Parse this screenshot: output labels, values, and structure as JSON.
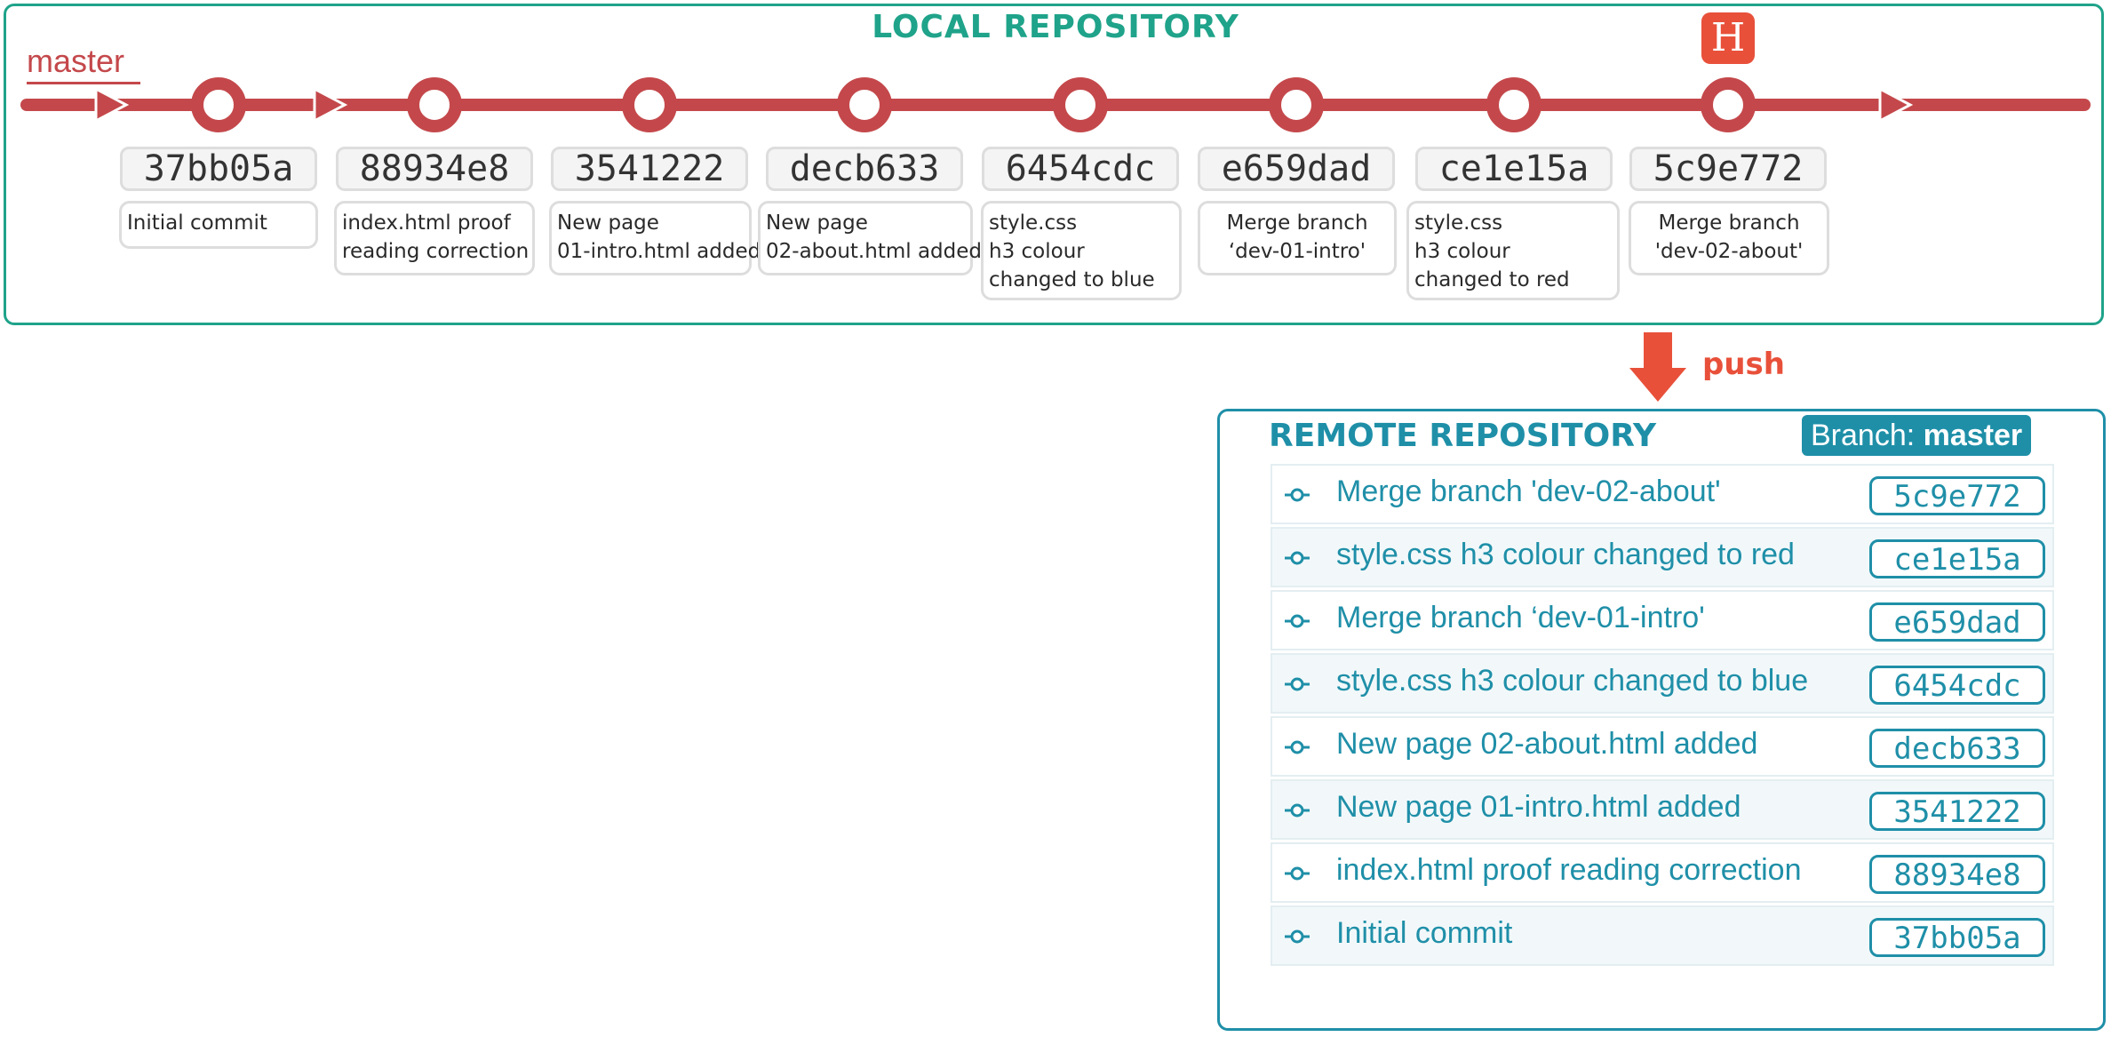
{
  "local": {
    "title": "LOCAL REPOSITORY",
    "branch_label": "master",
    "head_label": "H",
    "commits": [
      {
        "hash": "37bb05a",
        "message": [
          "Initial commit"
        ]
      },
      {
        "hash": "88934e8",
        "message": [
          "index.html proof",
          "reading correction"
        ]
      },
      {
        "hash": "3541222",
        "message": [
          "New page",
          "01-intro.html added"
        ]
      },
      {
        "hash": "decb633",
        "message": [
          "New page",
          "02-about.html added"
        ]
      },
      {
        "hash": "6454cdc",
        "message": [
          "style.css",
          "h3 colour",
          "changed to blue"
        ]
      },
      {
        "hash": "e659dad",
        "message": [
          "Merge branch",
          "‘dev-01-intro'"
        ]
      },
      {
        "hash": "ce1e15a",
        "message": [
          "style.css",
          "h3 colour",
          "changed to red"
        ]
      },
      {
        "hash": "5c9e772",
        "message": [
          "Merge branch",
          "'dev-02-about'"
        ]
      }
    ]
  },
  "push": {
    "label": "push"
  },
  "remote": {
    "title": "REMOTE REPOSITORY",
    "branch_prefix": "Branch:",
    "branch_name": "master",
    "commits": [
      {
        "message": "Merge branch 'dev-02-about'",
        "hash": "5c9e772"
      },
      {
        "message": "style.css h3 colour changed to red",
        "hash": "ce1e15a"
      },
      {
        "message": "Merge branch ‘dev-01-intro'",
        "hash": "e659dad"
      },
      {
        "message": "style.css h3 colour changed to blue",
        "hash": "6454cdc"
      },
      {
        "message": "New page 02-about.html added",
        "hash": "decb633"
      },
      {
        "message": "New page 01-intro.html added",
        "hash": "3541222"
      },
      {
        "message": "index.html proof reading correction",
        "hash": "88934e8"
      },
      {
        "message": "Initial commit",
        "hash": "37bb05a"
      }
    ]
  },
  "colors": {
    "local_accent": "#1fa38a",
    "branch_line": "#c4484b",
    "head_badge": "#e8503a",
    "remote_accent": "#1f8fa8"
  }
}
